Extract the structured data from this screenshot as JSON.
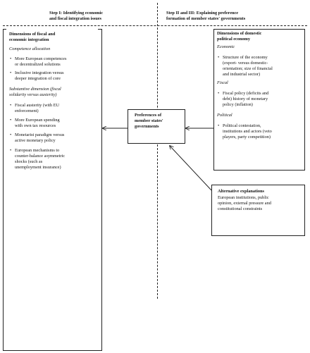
{
  "steps": {
    "step1": "Step I: Identifying economic\nand fiscal integration issues",
    "step23": "Step II and III: Explaining preference\nformation of member states' governments"
  },
  "left_box": {
    "title": "Dimensions of fiscal and\neconomic integration",
    "section1": "Competence allocation",
    "items1": [
      "More European competences\nor decentralized solutions",
      "Inclusive integration versus\ndeeper integration of core"
    ],
    "section2": "Substantive dimension (fiscal\nsolidarity versus austerity)",
    "items2": [
      "Fiscal austerity (with EU\nenforcement)",
      "More European spending\nwith own tax resources",
      "Monetarist paradigm versus\nactive monetary policy",
      "European mechanisms to\ncounter-balance asymmetric\nshocks (such as\nunemployment insurance)"
    ]
  },
  "center_box": {
    "title": "Preferences of\nmember states'\ngovernments"
  },
  "right_box": {
    "title": "Dimensions of domestic\npolitical economy",
    "section1": "Economic",
    "items1": [
      "Structure of the economy\n(export- versus domestic-\norientation; size of financial\nand industrial sector)"
    ],
    "section2": "Fiscal",
    "items2": [
      "Fiscal policy (deficits and\ndebt) history of monetary\npolicy (inflation)"
    ],
    "section3": "Political",
    "items3": [
      "Political contestation,\ninstitutions and actors (veto\nplayers, party competition)"
    ]
  },
  "alt_box": {
    "title": "Alternative explanations",
    "body": "European institutions, public\nopinion, external pressure and\nconstitutional constraints"
  }
}
